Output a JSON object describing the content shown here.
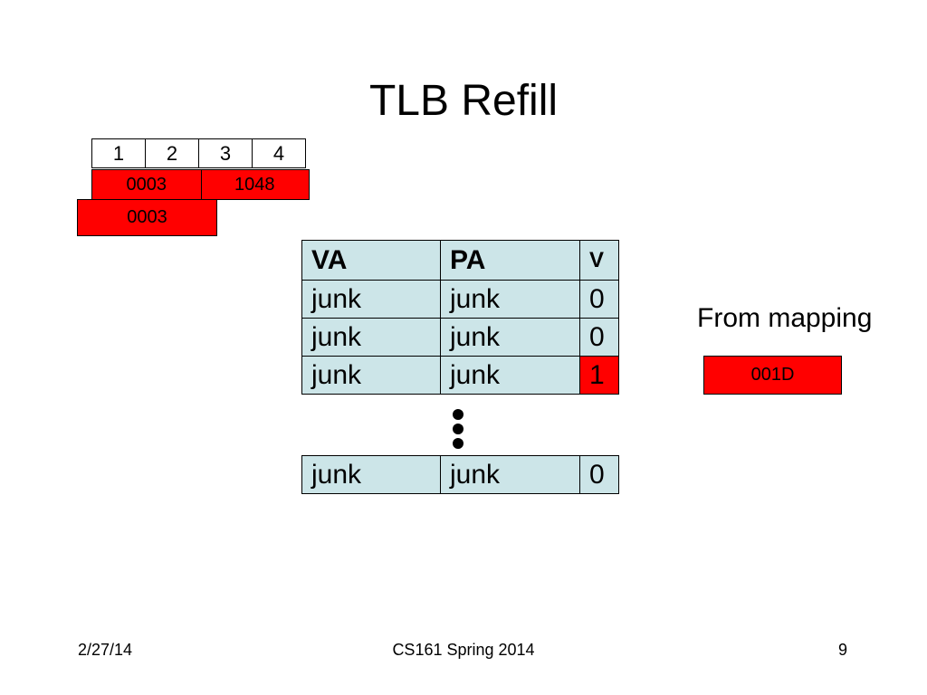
{
  "title": "TLB Refill",
  "address": {
    "byte_labels": [
      "1",
      "2",
      "3",
      "4"
    ],
    "vpn": "0003",
    "offset": "1048",
    "lookup": "0003"
  },
  "tlb": {
    "headers": {
      "va": "VA",
      "pa": "PA",
      "v": "V"
    },
    "rows": [
      {
        "va": "junk",
        "pa": "junk",
        "v": "0"
      },
      {
        "va": "junk",
        "pa": "junk",
        "v": "0"
      },
      {
        "va": "junk",
        "pa": "junk",
        "v": "1"
      }
    ],
    "last_row": {
      "va": "junk",
      "pa": "junk",
      "v": "0"
    }
  },
  "mapping": {
    "label": "From mapping",
    "value": "001D"
  },
  "colors": {
    "highlight": "#ff0000",
    "table_fill": "#cce5e8"
  },
  "footer": {
    "date": "2/27/14",
    "course": "CS161 Spring 2014",
    "page": "9"
  }
}
